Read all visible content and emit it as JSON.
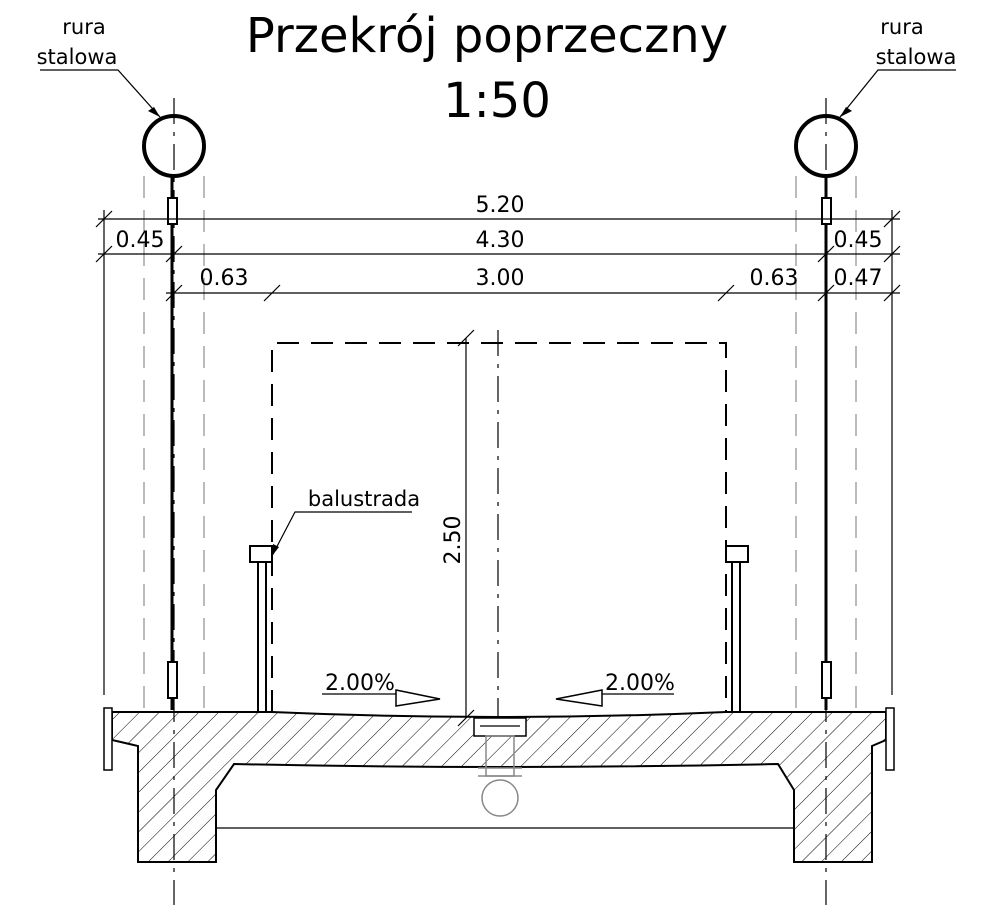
{
  "title": "Przekrój poprzeczny",
  "scale": "1:50",
  "callouts": {
    "pipe_left": [
      "rura",
      "stalowa"
    ],
    "pipe_right": [
      "rura",
      "stalowa"
    ],
    "railing": "balustrada"
  },
  "dimensions": {
    "overall_width": "5.20",
    "width_between_pipes": "4.30",
    "deck_walkway": "3.00",
    "left_overhang": "0.45",
    "right_overhang": "0.45",
    "left_offset": "0.63",
    "right_offset": "0.63",
    "right_edge": "0.47",
    "clearance_height": "2.50"
  },
  "slopes": {
    "left": "2.00%",
    "right": "2.00%"
  }
}
